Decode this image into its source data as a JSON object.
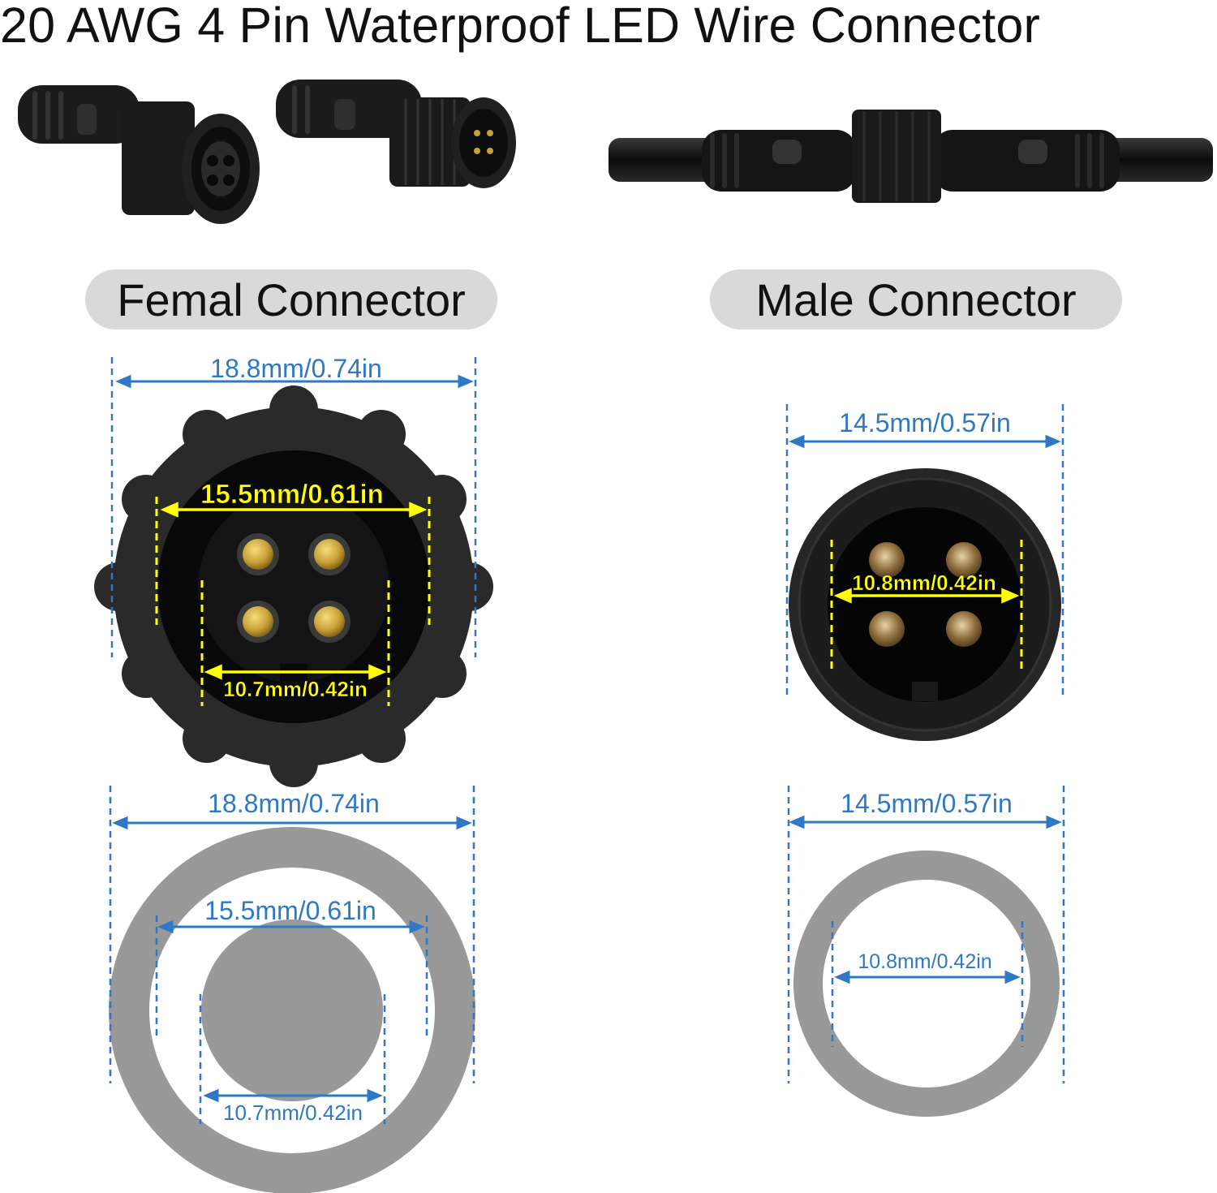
{
  "title": "20 AWG 4 Pin Waterproof LED Wire Connector",
  "labels": {
    "female": "Femal Connector",
    "male": "Male Connector"
  },
  "female_dims": {
    "outer_top": "18.8mm/0.74in",
    "inner_top": "15.5mm/0.61in",
    "core_top": "10.7mm/0.42in",
    "outer_bottom": "18.8mm/0.74in",
    "inner_bottom": "15.5mm/0.61in",
    "core_bottom": "10.7mm/0.42in"
  },
  "male_dims": {
    "outer_top": "14.5mm/0.57in",
    "inner_top": "10.8mm/0.42in",
    "outer_bottom": "14.5mm/0.57in",
    "inner_bottom": "10.8mm/0.42in"
  },
  "colors": {
    "dimension_blue": "#2f78c6",
    "dimension_yellow": "#ffff00",
    "pill_gray": "#d9d9d9",
    "ring_gray": "#999999",
    "connector_black": "#1e1e1e",
    "pin_gold": "#c9a13a"
  }
}
